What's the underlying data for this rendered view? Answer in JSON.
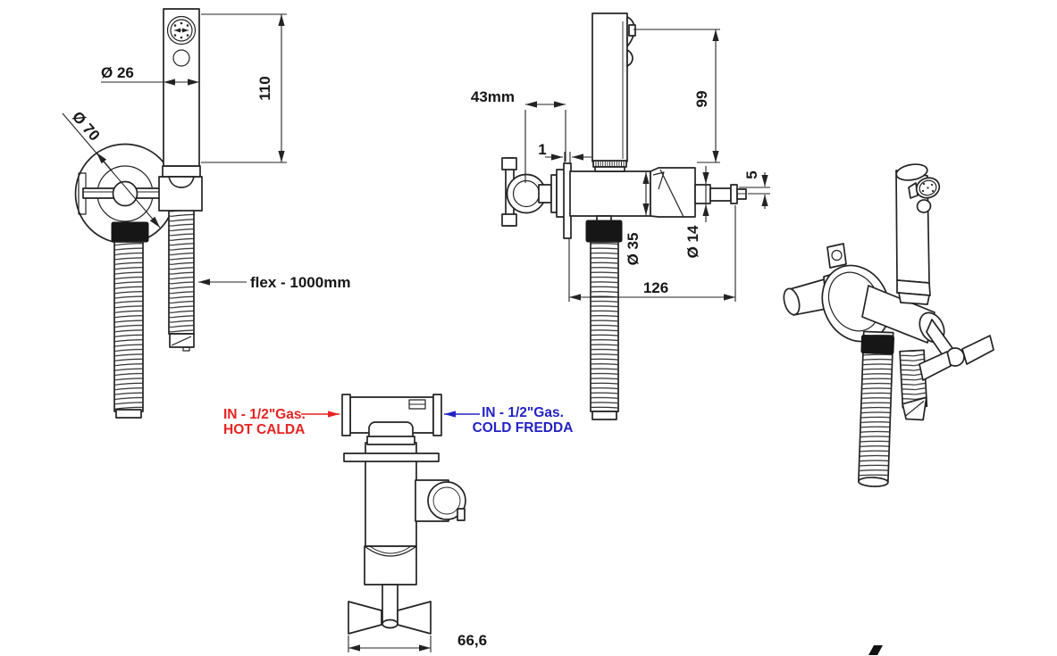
{
  "colors": {
    "line": "#232323",
    "hot_red": "#e82322",
    "cold_blue": "#2323c6"
  },
  "front_view": {
    "head_diameter": "Ø 26",
    "head_height": "110",
    "rosette_diameter": "Ø 70",
    "flex_hose": "flex - 1000mm"
  },
  "side_view": {
    "wall_offset": "43mm",
    "plate_thickness": "1",
    "head_length": "99",
    "outlet_step": "5",
    "body_diameter": "Ø 35",
    "outlet_diameter": "Ø 14",
    "total_depth": "126"
  },
  "top_view": {
    "hot_inlet_line1": "IN - 1/2\"Gas.",
    "hot_inlet_line2": "HOT CALDA",
    "cold_inlet_line1": "IN - 1/2\"Gas.",
    "cold_inlet_line2": "COLD FREDDA",
    "handle_width": "66,6"
  }
}
